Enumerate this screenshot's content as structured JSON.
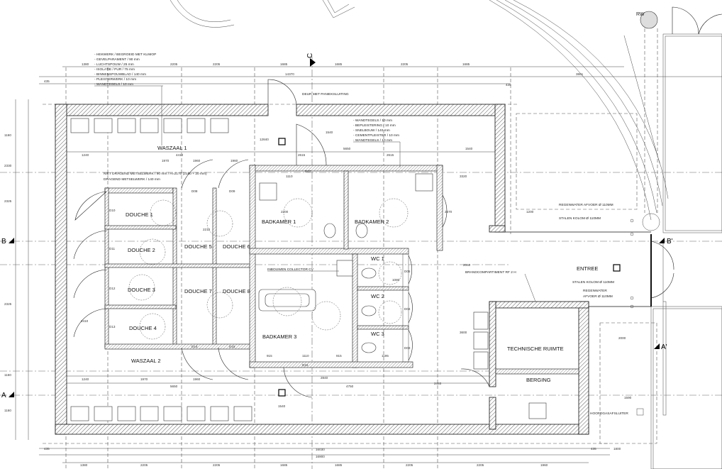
{
  "plan": {
    "rooms": {
      "waszaal1": "WASZAAL 1",
      "waszaal2": "WASZAAL 2",
      "douche1": "DOUCHE 1",
      "douche2": "DOUCHE 2",
      "douche3": "DOUCHE 3",
      "douche4": "DOUCHE 4",
      "douche5": "DOUCHE 5",
      "douche6": "DOUCHE 6",
      "douche7": "DOUCHE 7",
      "douche8": "DOUCHE 8",
      "badkamer1": "BADKAMER 1",
      "badkamer2": "BADKAMER 2",
      "badkamer3": "BADKAMER 3",
      "wc1": "WC 1",
      "wc2": "WC 2",
      "wc3": "WC 3",
      "entree": "ENTREE",
      "technische_ruimte": "TECHNISCHE RUIMTE",
      "berging": "BERGING"
    },
    "wall_spec_outer": [
      "- HEKWERK / BEGROEID MET KLIMOP",
      "- GEVELPARAMENT / 90 mm",
      "- LUCHTSPOUW / 25 mm",
      "- ISOLATIE / PUR / 75 mm",
      "- BINNENSPOUWBLAD / 140 mm",
      "- PLEISTERWERK / 10 mm",
      "- WANDTEGELS / 10 mm"
    ],
    "wall_spec_inner": [
      "- WANDTEGELS / 10 mm",
      "- BEPLEISTERING / 10 mm",
      "- SNELBOUW / 140 mm",
      "- CEMENTPLEISTER / 10 mm",
      "- WANDTEGELS / 10 mm"
    ],
    "notes": {
      "panic_door": "DEUR MET PANIEKSLUITING",
      "non_load_bearing": "NIET DRAGEND METSELWERK / 90 mm / H=2170 (2150 + 20 mm)",
      "load_bearing": "DRAGEND METSELWERK / 140 mm",
      "collector": "INBOUWEN COLLECTOR CV",
      "fire_compartment": "BRANDCOMPARTIMENT RF 2 H",
      "rainwater1": "REGENWATER AFVOER Ø 110MM",
      "column1": "STALEN KOLOM Ø 110MM",
      "column2": "STALEN KOLOM Ø 110MM",
      "rainwater2a": "REGENWATER",
      "rainwater2b": "AFVOER Ø 110MM",
      "gas_valve": "HOOFDGASAFSLUITER",
      "rw": "RW"
    },
    "section_marks": {
      "a": "A",
      "a_prime": "A'",
      "b": "B",
      "b_prime": "B'",
      "c": "C"
    },
    "doors": [
      "D07",
      "D08",
      "D09",
      "D10",
      "D11",
      "D12",
      "D13",
      "D14",
      "D15",
      "D16",
      "D03",
      "D04",
      "D05"
    ],
    "dims_top": [
      "1380",
      "2205",
      "2205",
      "1685",
      "1685",
      "2205",
      "1685"
    ],
    "dims_top2": [
      "14370",
      "12840",
      "3861",
      "435",
      "435"
    ],
    "dims_bottom": [
      "1380",
      "2205",
      "2205",
      "1685",
      "1685",
      "2205",
      "2205",
      "1960"
    ],
    "dims_bottom2": [
      "16030",
      "16900",
      "435",
      "1800",
      "435"
    ],
    "dims_interior": [
      "1240",
      "4410",
      "1970",
      "1960",
      "1960",
      "2615",
      "5650",
      "2615",
      "1540",
      "1240",
      "1970",
      "1960",
      "5650",
      "4750",
      "2440",
      "915",
      "1110",
      "915",
      "1195",
      "2840",
      "1540",
      "3320",
      "2570",
      "2060",
      "3600",
      "1080",
      "1110",
      "1540",
      "1590",
      "2330",
      "1160",
      "1160",
      "2325",
      "2325",
      "1160",
      "2410",
      "2210",
      "2200",
      "1200",
      "2000"
    ]
  }
}
